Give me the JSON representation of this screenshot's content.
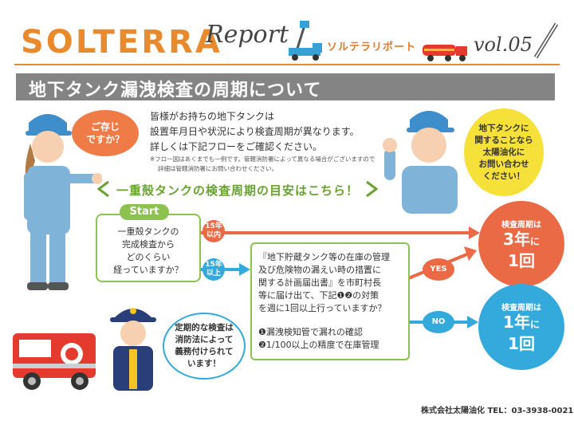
{
  "header": {
    "brand": "SOLTERRA",
    "report_word": "Report",
    "subtitle": "ソルテラリポート",
    "volume": "vol.05"
  },
  "title": "地下タンク漏洩検査の周期について",
  "intro": {
    "line1": "皆様がお持ちの地下タンクは",
    "line2": "設置年月日や状況により検査周期が異なります。",
    "line3": "詳しくは下記フローをご確認ください。",
    "note1": "※フロー図はあくまでも一例です。管轄消防署によって異なる場合がございますので",
    "note2": "詳細は管轄消防署にお問い合わせください。"
  },
  "bubbles": {
    "left_l1": "ご存じ",
    "left_l2": "ですか？",
    "right_l1": "地下タンクに",
    "right_l2": "関することなら",
    "right_l3": "太陽油化に",
    "right_l4": "お問い合わせ",
    "right_l5": "ください！",
    "bottom_l1": "定期的な検査は",
    "bottom_l2": "消防法によって",
    "bottom_l3": "義務付けられて",
    "bottom_l4": "います！"
  },
  "banner": "一重殻タンクの検査周期の目安はこちら！",
  "start": {
    "tab": "Start",
    "l1": "一重殻タンクの",
    "l2": "完成検査から",
    "l3": "どのくらい",
    "l4": "経っていますか？"
  },
  "branches": {
    "within_15_a": "15年",
    "within_15_b": "以内",
    "over_15_a": "15年",
    "over_15_b": "以上",
    "yes": "YES",
    "no": "NO"
  },
  "middle": {
    "l1": "『地下貯蔵タンク等の在庫の管理",
    "l2": "及び危険物の漏えい時の措置に",
    "l3": "関する計画届出書』を市町村長",
    "l4": "等に届け出て、下記❶❷の対策",
    "l5": "を週に1回以上行っていますか？",
    "c1": "❶漏洩検知管で漏れの確認",
    "c2": "❷1/100以上の精度で在庫管理"
  },
  "results": {
    "three": {
      "label": "検査周期は",
      "num": "3年",
      "suffix": "に",
      "times": "1回"
    },
    "one": {
      "label": "検査周期は",
      "num": "1年",
      "suffix": "に",
      "times": "1回"
    }
  },
  "footer": "株式会社太陽油化 TEL：03-3938-0021",
  "colors": {
    "brand": "#e88b2e",
    "red": "#ea6a46",
    "blue": "#33a9dc",
    "green": "#8dc150",
    "gray": "#848484"
  }
}
